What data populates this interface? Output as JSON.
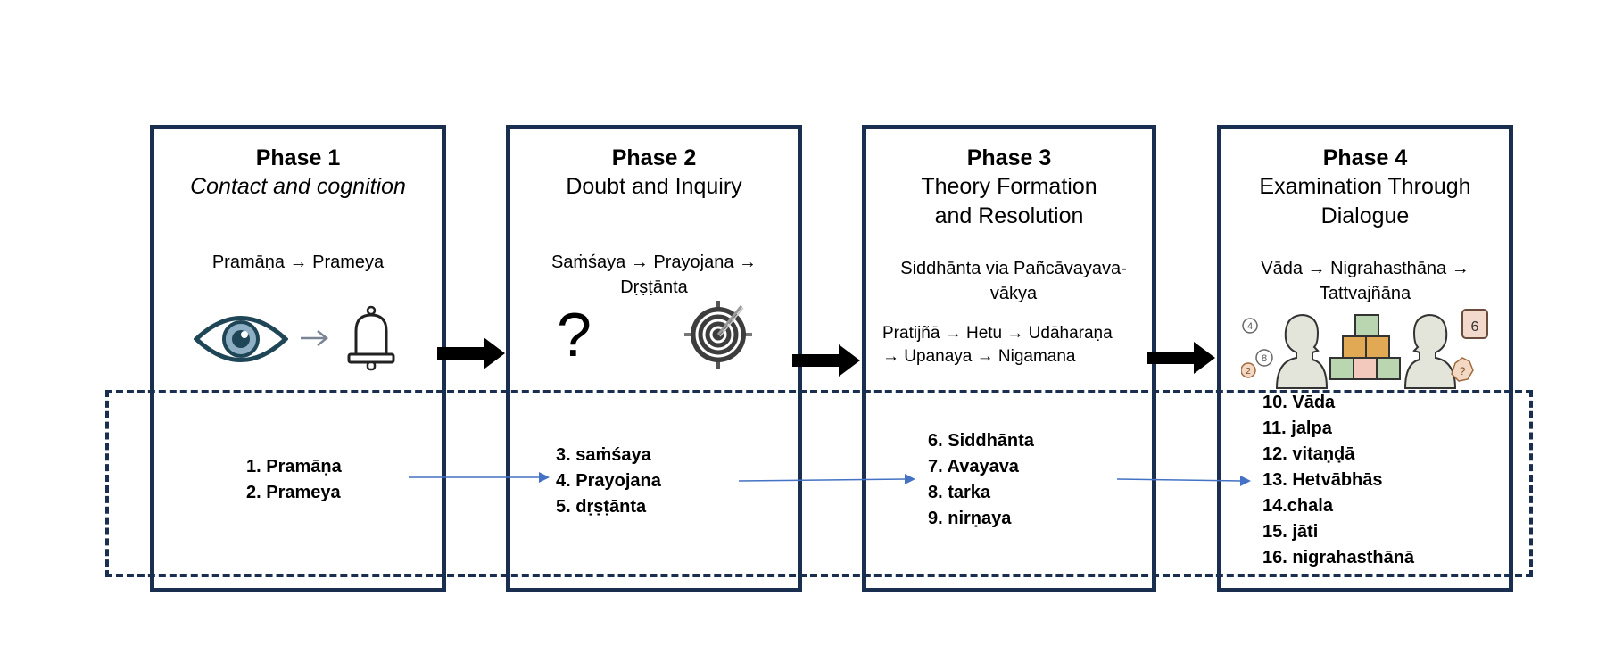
{
  "phases": [
    {
      "title": "Phase 1",
      "subtitle": "Contact and cognition",
      "sequence": "Pramāṇa → Prameya",
      "icons": [
        "eye-icon",
        "arrow-right-icon",
        "bell-icon"
      ],
      "terms": [
        "1. Pramāṇa",
        "2. Prameya"
      ]
    },
    {
      "title": "Phase 2",
      "subtitle": "Doubt and Inquiry",
      "sequence_line1": "Saṁśaya → Prayojana →",
      "sequence_line2": "Dṛṣṭānta",
      "icons": [
        "question-mark-icon",
        "target-icon"
      ],
      "terms": [
        "3. saṁśaya",
        "4. Prayojana",
        "5. dṛṣṭānta"
      ]
    },
    {
      "title": "Phase 3",
      "subtitle_line1": "Theory Formation",
      "subtitle_line2": "and Resolution",
      "sequence_line1": "Siddhānta via Pañcāvayava-",
      "sequence_line2": "vākya",
      "syllogism_line1": "Pratijñā → Hetu → Udāharaṇa",
      "syllogism_line2": "→ Upanaya → Nigamana",
      "terms": [
        "6. Siddhānta",
        "7. Avayava",
        "8. tarka",
        "9. nirṇaya"
      ]
    },
    {
      "title": "Phase 4",
      "subtitle_line1": "Examination Through",
      "subtitle_line2": "Dialogue",
      "sequence_line1": "Vāda → Nigrahasthāna →",
      "sequence_line2": "Tattvajñāna",
      "icons": [
        "dialogue-illustration-icon"
      ],
      "illustration_labels": [
        "4",
        "8",
        "2",
        "6",
        "?"
      ],
      "terms": [
        "10. Vāda",
        "11. jalpa",
        "12. vitaṇḍā",
        "13. Hetvābhās",
        "14.chala",
        "15. jāti",
        "16. nigrahasthānā"
      ]
    }
  ],
  "colors": {
    "frame": "#1a2e50",
    "flow_arrow": "#4472c4",
    "phase_arrow": "#000000",
    "eye_iris": "#8fb0c4",
    "eye_outline": "#1f4657",
    "block_green": "#b9d6b0",
    "block_orange": "#e2a955",
    "block_pink": "#f3c8bd",
    "figure_fill": "#e3e5da"
  }
}
